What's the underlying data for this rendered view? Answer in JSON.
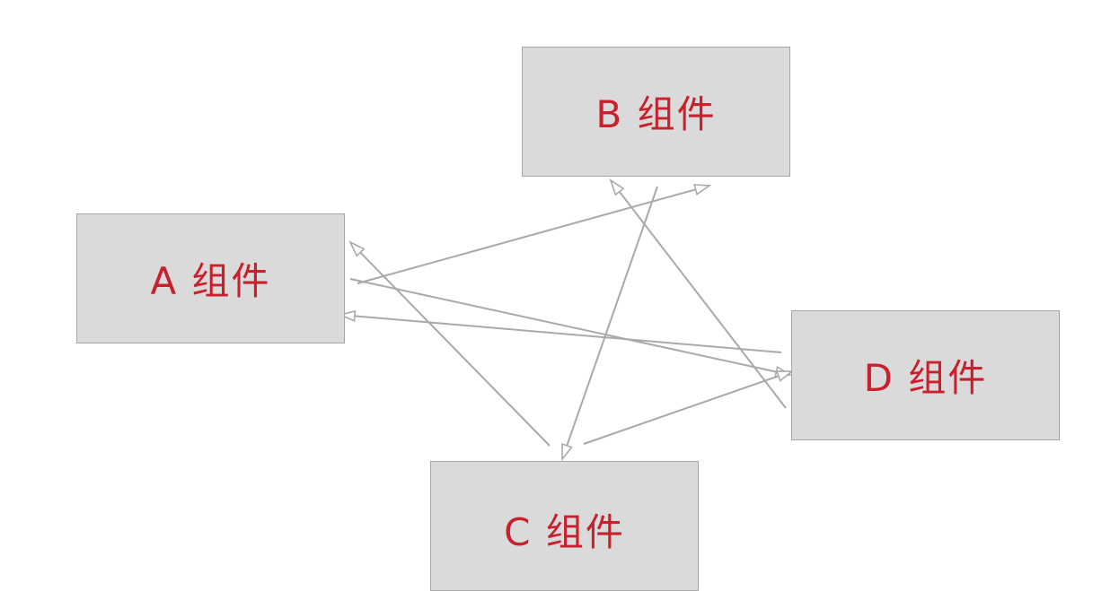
{
  "diagram": {
    "nodes": {
      "a": {
        "label": "A 组件"
      },
      "b": {
        "label": "B 组件"
      },
      "c": {
        "label": "C 组件"
      },
      "d": {
        "label": "D 组件"
      }
    },
    "colors": {
      "node_fill": "#dadada",
      "node_border": "#a6a6a6",
      "label_text": "#c8202c",
      "arrow": "#a9a9a9",
      "background": "#ffffff"
    },
    "edges": [
      {
        "from": "a",
        "to": "b"
      },
      {
        "from": "a",
        "to": "d"
      },
      {
        "from": "b",
        "to": "c"
      },
      {
        "from": "c",
        "to": "a"
      },
      {
        "from": "c",
        "to": "d"
      },
      {
        "from": "d",
        "to": "a"
      },
      {
        "from": "d",
        "to": "b"
      }
    ]
  }
}
